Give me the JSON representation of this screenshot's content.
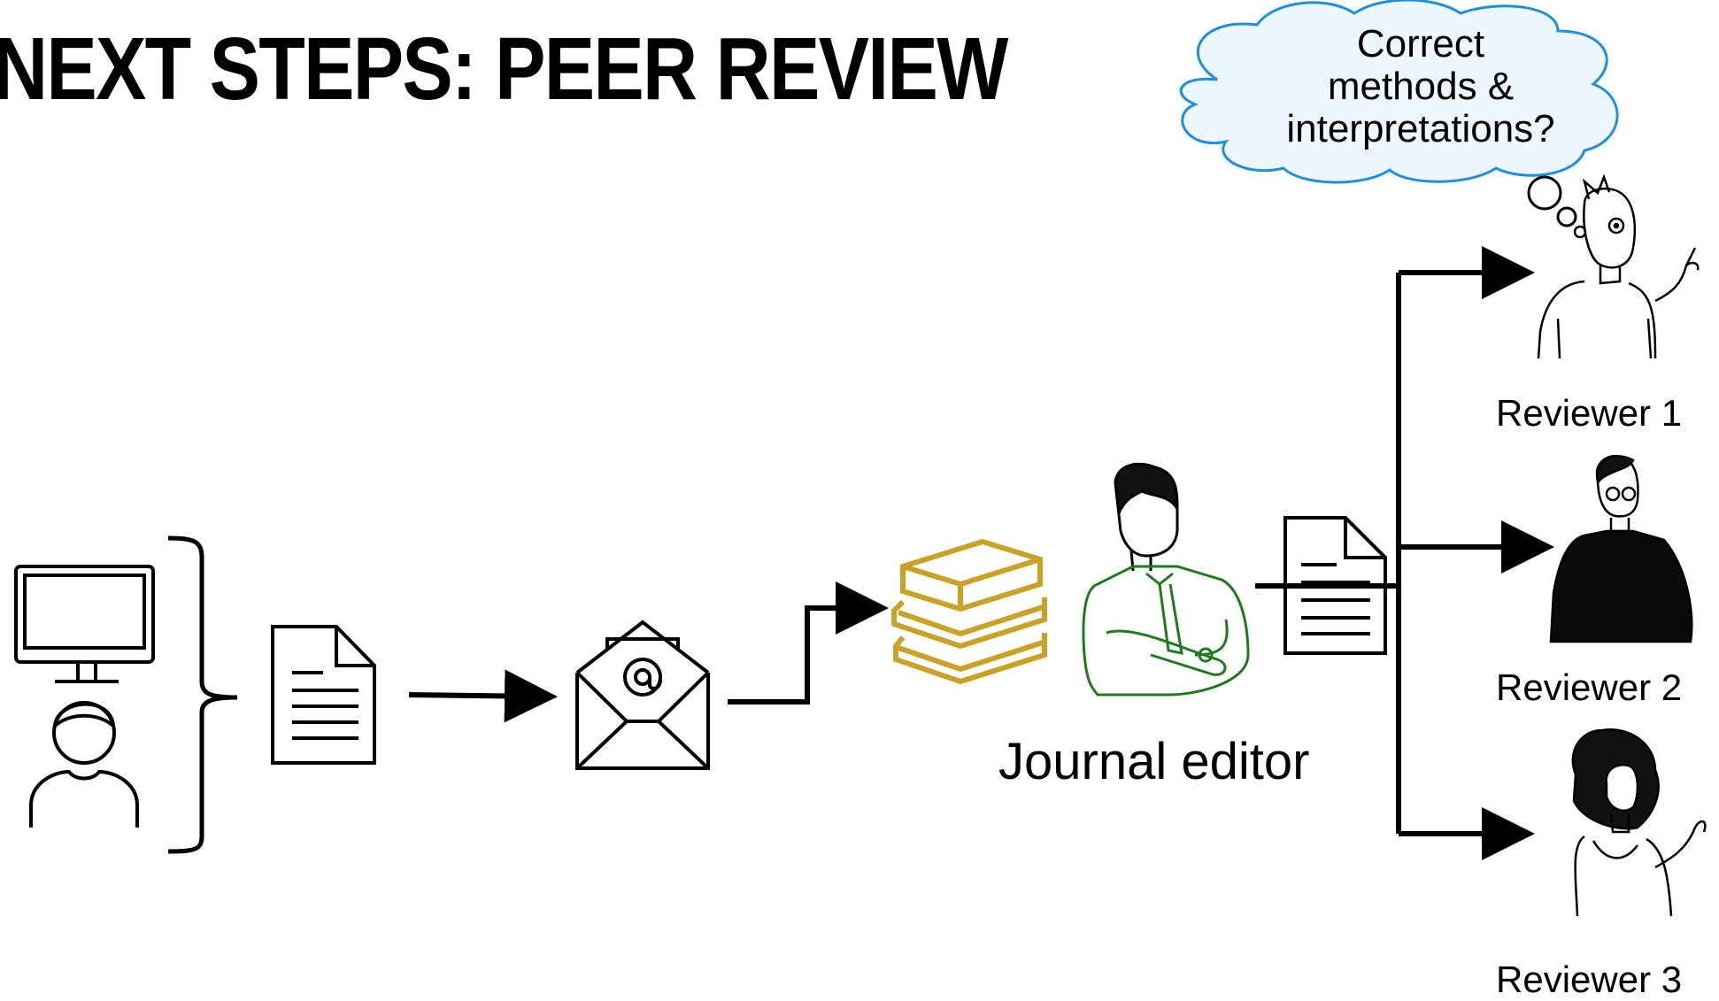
{
  "title": "NEXT STEPS: PEER REVIEW",
  "thought_bubble": {
    "line1": "Correct",
    "line2": "methods &",
    "line3": "interpretations?"
  },
  "editor_label": "Journal editor",
  "reviewers": [
    {
      "label": "Reviewer 1"
    },
    {
      "label": "Reviewer 2"
    },
    {
      "label": "Reviewer 3"
    }
  ],
  "colors": {
    "books": "#c9a227",
    "editor": "#1f7a1f",
    "cloud_stroke": "#1f8fe0",
    "cloud_fill": "#eef7ff",
    "ink": "#000000"
  },
  "icons": [
    "computer-monitor-icon",
    "user-icon",
    "document-icon",
    "email-at-icon",
    "books-icon",
    "editor-figure-icon",
    "reviewer-figure-icon"
  ]
}
